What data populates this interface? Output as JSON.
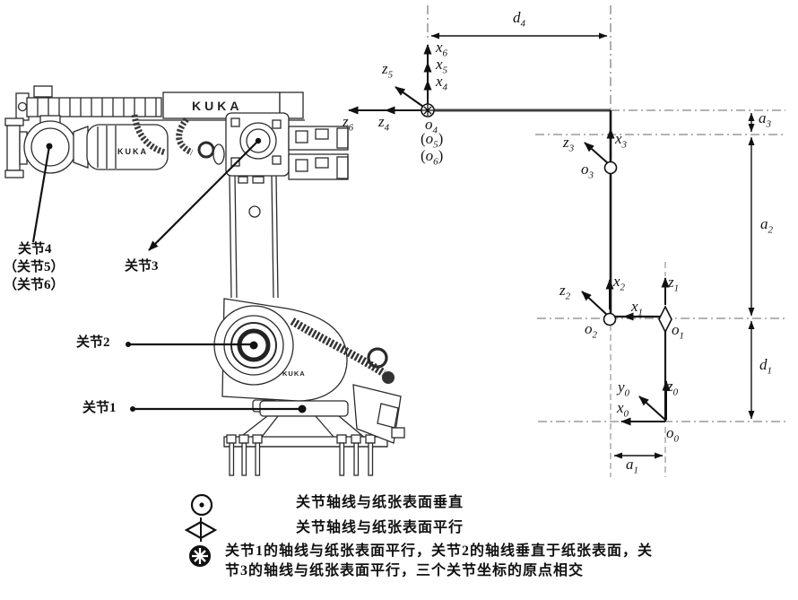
{
  "colors": {
    "ink": "#1a1a1a",
    "guide": "#999999"
  },
  "brand": {
    "wordmark": "KUKA"
  },
  "robot": {
    "labels": {
      "j4": "关节4",
      "j5": "（关节5）",
      "j6": "（关节6）",
      "j3": "关节3",
      "j2": "关节2",
      "j1": "关节1"
    }
  },
  "diagram": {
    "labels": {
      "d4": {
        "t": "d",
        "s": "4"
      },
      "x6": {
        "t": "x",
        "s": "6"
      },
      "x5": {
        "t": "x",
        "s": "5"
      },
      "x4": {
        "t": "x",
        "s": "4"
      },
      "z5": {
        "t": "z",
        "s": "5"
      },
      "z6": {
        "t": "z",
        "s": "6"
      },
      "z4": {
        "t": "z",
        "s": "4"
      },
      "o4": {
        "t": "o",
        "s": "4"
      },
      "o5": {
        "pre": "(",
        "t": "o",
        "s": "5",
        "post": ")"
      },
      "o6": {
        "pre": "(",
        "t": "o",
        "s": "6",
        "post": ")"
      },
      "a3": {
        "t": "a",
        "s": "3"
      },
      "z3": {
        "t": "z",
        "s": "3"
      },
      "x3": {
        "t": "x",
        "s": "3"
      },
      "o3": {
        "t": "o",
        "s": "3"
      },
      "a2": {
        "t": "a",
        "s": "2"
      },
      "z2": {
        "t": "z",
        "s": "2"
      },
      "x2": {
        "t": "x",
        "s": "2"
      },
      "o2": {
        "t": "o",
        "s": "2"
      },
      "z1": {
        "t": "z",
        "s": "1"
      },
      "x1": {
        "t": "x",
        "s": "1"
      },
      "o1": {
        "t": "o",
        "s": "1"
      },
      "d1": {
        "t": "d",
        "s": "1"
      },
      "y0": {
        "t": "y",
        "s": "0"
      },
      "z0": {
        "t": "z",
        "s": "0"
      },
      "x0": {
        "t": "x",
        "s": "0"
      },
      "o0": {
        "t": "o",
        "s": "0"
      },
      "a1": {
        "t": "a",
        "s": "1"
      }
    }
  },
  "legend": {
    "items": [
      {
        "symbol": "circle-dot",
        "text": "关节轴线与纸张表面垂直"
      },
      {
        "symbol": "diamond-line",
        "text": "关节轴线与纸张表面平行"
      },
      {
        "symbol": "circle-star",
        "text_line1": "关节1的轴线与纸张表面平行，关节2的轴线垂直于纸张表面，关",
        "text_line2": "节3的轴线与纸张表面平行，三个关节坐标的原点相交"
      }
    ]
  }
}
